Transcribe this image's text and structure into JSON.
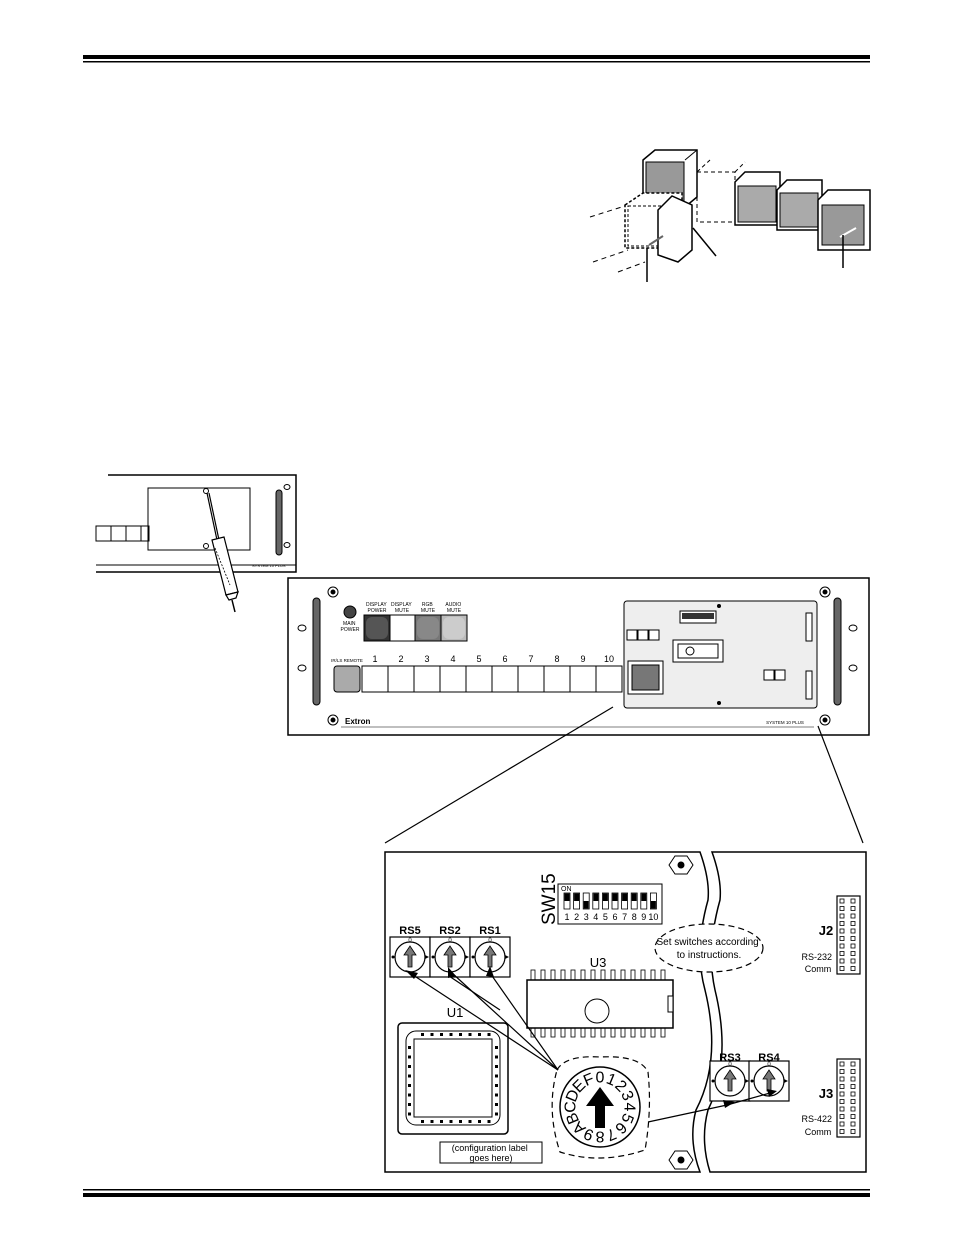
{
  "panel": {
    "main_power": [
      "MAIN",
      "POWER"
    ],
    "display_power": [
      "DISPLAY",
      "POWER"
    ],
    "display_mute": [
      "DISPLAY",
      "MUTE"
    ],
    "rgb_mute": [
      "RGB",
      "MUTE"
    ],
    "audio_mute": [
      "AUDIO",
      "MUTE"
    ],
    "ir_remote": "IR/LS REMOTE",
    "buttons": [
      "1",
      "2",
      "3",
      "4",
      "5",
      "6",
      "7",
      "8",
      "9",
      "10"
    ],
    "brand": "Extron",
    "model": "SYSTEM 10 PLUS"
  },
  "side_panel_model": "SYSTEM 10 PLUS",
  "board": {
    "sw15_title": "SW15",
    "sw15_on": "ON",
    "sw15_numbers": [
      "1",
      "2",
      "3",
      "4",
      "5",
      "6",
      "7",
      "8",
      "9",
      "10"
    ],
    "sw15_on_states": [
      true,
      true,
      false,
      true,
      true,
      true,
      true,
      true,
      true,
      false
    ],
    "rotary_labels": [
      "RS5",
      "RS2",
      "RS1"
    ],
    "rotary_right_labels": [
      "RS3",
      "RS4"
    ],
    "u3": "U3",
    "u1": "U1",
    "j2": "J2",
    "j2_desc": [
      "RS-232",
      "Comm"
    ],
    "j3": "J3",
    "j3_desc": [
      "RS-422",
      "Comm"
    ],
    "callout": [
      "Set switches according",
      "to instructions."
    ],
    "config_label": [
      "(configuration label",
      "goes here)"
    ],
    "dial_digits": [
      "0",
      "1",
      "2",
      "3",
      "4",
      "5",
      "6",
      "7",
      "8",
      "9",
      "A",
      "B",
      "C",
      "D",
      "E",
      "F"
    ]
  }
}
